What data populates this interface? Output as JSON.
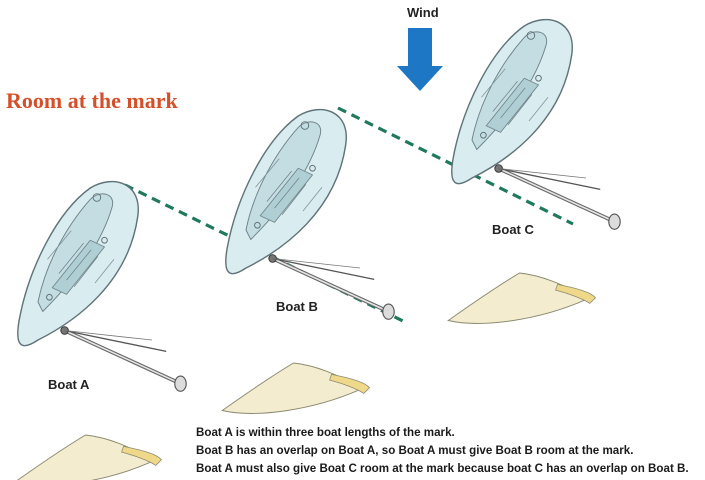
{
  "title": "Room at the mark",
  "wind": {
    "label": "Wind",
    "icon": "arrow-down-icon",
    "color": "#1d77c4"
  },
  "boats": [
    {
      "id": "A",
      "label": "Boat A"
    },
    {
      "id": "B",
      "label": "Boat B"
    },
    {
      "id": "C",
      "label": "Boat C"
    }
  ],
  "caption": [
    "Boat A is within three boat lengths of the mark.",
    "Boat B has an overlap on Boat A, so Boat A must give Boat B room at the mark.",
    "Boat A must also give Boat C room at the mark because boat C has an overlap on Boat B."
  ],
  "colors": {
    "title": "#d5502a",
    "hull": "#d9ecef",
    "hull_outline": "#5f7378",
    "overlap_line": "#1f7a5c",
    "sail": "#f3eccf"
  }
}
